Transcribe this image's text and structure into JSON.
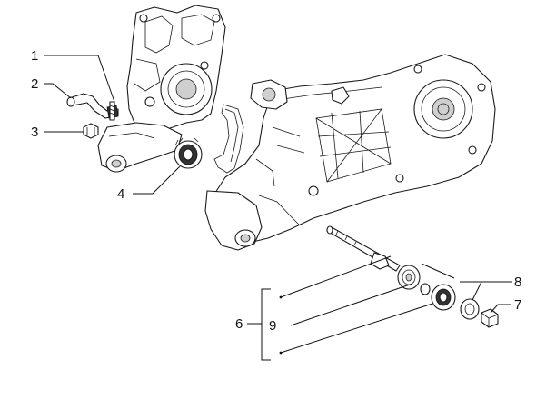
{
  "callouts": {
    "c1": "1",
    "c2": "2",
    "c3": "3",
    "c4": "4",
    "c6": "6",
    "c7": "7",
    "c8": "8",
    "c9": "9"
  }
}
